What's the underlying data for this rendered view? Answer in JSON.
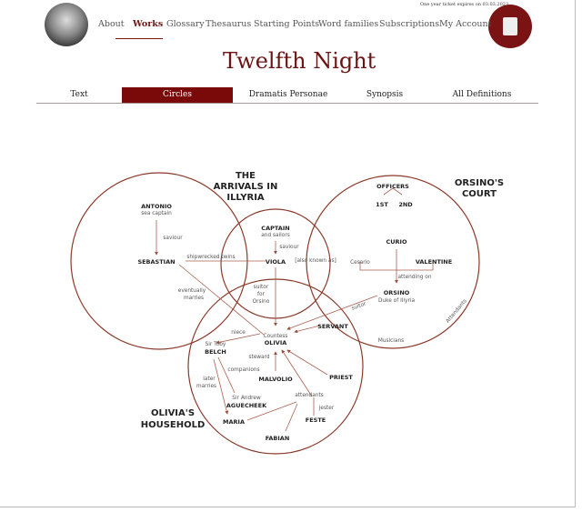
{
  "ticket": "One year ticket expires on 03.03.2023",
  "nav": [
    "About",
    "Works",
    "Glossary",
    "Thesaurus",
    "Starting Points",
    "Word families",
    "Subscriptions",
    "My Account"
  ],
  "title": "Twelfth Night",
  "tabs": [
    "Text",
    "Circles",
    "Dramatis Personae",
    "Synopsis",
    "All Definitions"
  ],
  "diagram": {
    "headings": {
      "arrivals": [
        "THE",
        "ARRIVALS IN",
        "ILLYRIA"
      ],
      "court": [
        "ORSINO'S",
        "COURT"
      ],
      "household": [
        "OLIVIA'S",
        "HOUSEHOLD"
      ]
    },
    "characters": {
      "antonio": "ANTONIO",
      "antonio_sub": "sea captain",
      "sebastian": "SEBASTIAN",
      "captain": "CAPTAIN",
      "captain_sub": "and sailors",
      "viola": "VIOLA",
      "officers": "OFFICERS",
      "first": "1ST",
      "second": "2ND",
      "curio": "CURIO",
      "valentine": "VALENTINE",
      "cesario": "Cesario",
      "orsino": "ORSINO",
      "orsino_sub": "Duke of Illyria",
      "servant": "SERVANT",
      "olivia_sub": "Countess",
      "olivia": "OLIVIA",
      "toby_sub": "Sir Toby",
      "belch": "BELCH",
      "malvolio": "MALVOLIO",
      "priest": "PRIEST",
      "andrew_sub": "Sir Andrew",
      "aguecheek": "AGUECHEEK",
      "maria": "MARIA",
      "feste": "FESTE",
      "fabian": "FABIAN"
    },
    "labels": {
      "saviour1": "saviour",
      "saviour2": "saviour",
      "twins": "shipwrecked twins",
      "aka": "[also known as]",
      "attending": "attending on",
      "eventually1": "eventually",
      "eventually2": "marries",
      "suitor1": "suitor",
      "suitor2": "for",
      "suitor3": "Orsino",
      "suitor": "suitor",
      "attendants_court": "Attendants",
      "musicians": "Musicians",
      "niece": "niece",
      "steward": "steward",
      "companions": "companions",
      "later1": "later",
      "later2": "marries",
      "attendants": "attendants",
      "jester": "jester"
    }
  }
}
